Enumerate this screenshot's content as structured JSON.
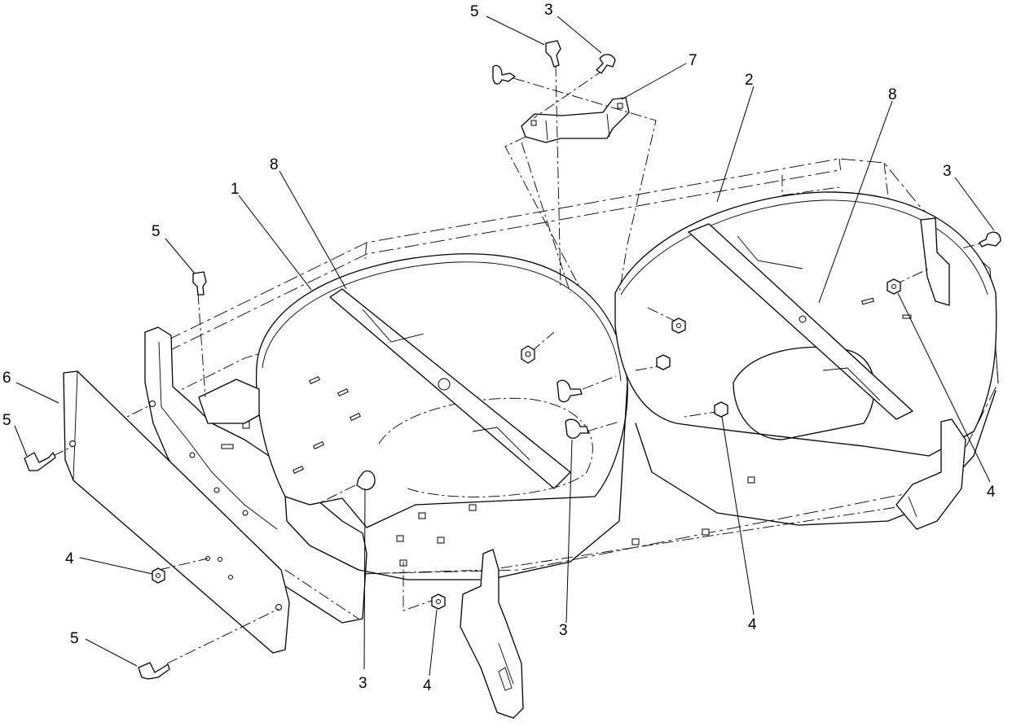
{
  "diagram": {
    "type": "exploded-parts-view",
    "callouts": [
      {
        "id": "c-5-top",
        "label": "5"
      },
      {
        "id": "c-3-top",
        "label": "3"
      },
      {
        "id": "c-7",
        "label": "7"
      },
      {
        "id": "c-2",
        "label": "2"
      },
      {
        "id": "c-8-right",
        "label": "8"
      },
      {
        "id": "c-3-right",
        "label": "3"
      },
      {
        "id": "c-8-left",
        "label": "8"
      },
      {
        "id": "c-1",
        "label": "1"
      },
      {
        "id": "c-5-left-top",
        "label": "5"
      },
      {
        "id": "c-6",
        "label": "6"
      },
      {
        "id": "c-5-left",
        "label": "5"
      },
      {
        "id": "c-4-left",
        "label": "4"
      },
      {
        "id": "c-5-bottom",
        "label": "5"
      },
      {
        "id": "c-3-bottom-left",
        "label": "3"
      },
      {
        "id": "c-4-bottom",
        "label": "4"
      },
      {
        "id": "c-3-bottom-mid",
        "label": "3"
      },
      {
        "id": "c-4-bottom-right",
        "label": "4"
      },
      {
        "id": "c-4-right",
        "label": "4"
      }
    ]
  }
}
